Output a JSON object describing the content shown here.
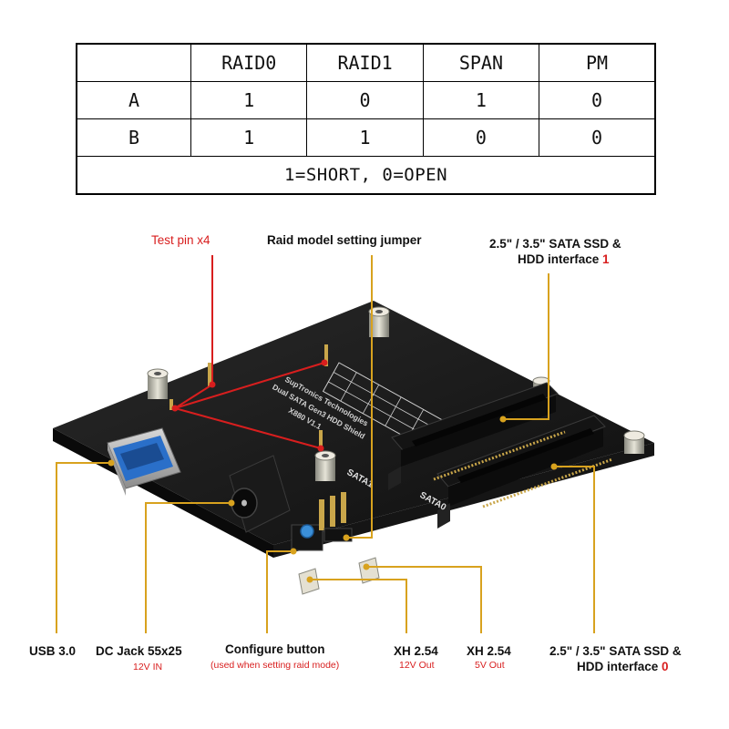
{
  "table": {
    "headers": [
      "",
      "RAID0",
      "RAID1",
      "SPAN",
      "PM"
    ],
    "rows": [
      [
        "A",
        "1",
        "0",
        "1",
        "0"
      ],
      [
        "B",
        "1",
        "1",
        "0",
        "0"
      ]
    ],
    "legend": "1=SHORT, 0=OPEN"
  },
  "callouts": {
    "test_pin": "Test pin x4",
    "raid_jumper": "Raid model setting jumper",
    "sata1_line1": "2.5\" / 3.5\" SATA SSD &",
    "sata1_line2_prefix": "HDD interface ",
    "sata1_index": "1",
    "usb": "USB 3.0",
    "dc_jack": "DC Jack 55x25",
    "dc_jack_sub": "12V IN",
    "configure": "Configure button",
    "configure_sub": "(used when setting raid mode)",
    "xh_12v": "XH 2.54",
    "xh_12v_sub": "12V Out",
    "xh_5v": "XH 2.54",
    "xh_5v_sub": "5V Out",
    "sata0_line1": "2.5\" / 3.5\" SATA SSD &",
    "sata0_line2_prefix": "HDD interface ",
    "sata0_index": "0"
  },
  "board": {
    "silk_title": "SupTronics Technologies",
    "silk_model": "Dual SATA Gen3 HDD Shield",
    "silk_version": "X880 V1.1",
    "sata0_label": "SATA0",
    "sata1_label": "SATA1"
  },
  "colors": {
    "callout_line": "#d8a21e",
    "test_pin_line": "#d81e1e",
    "board": "#1c1c1c",
    "usb_port": "#2a6fc9",
    "button": "#3b8fd8"
  }
}
